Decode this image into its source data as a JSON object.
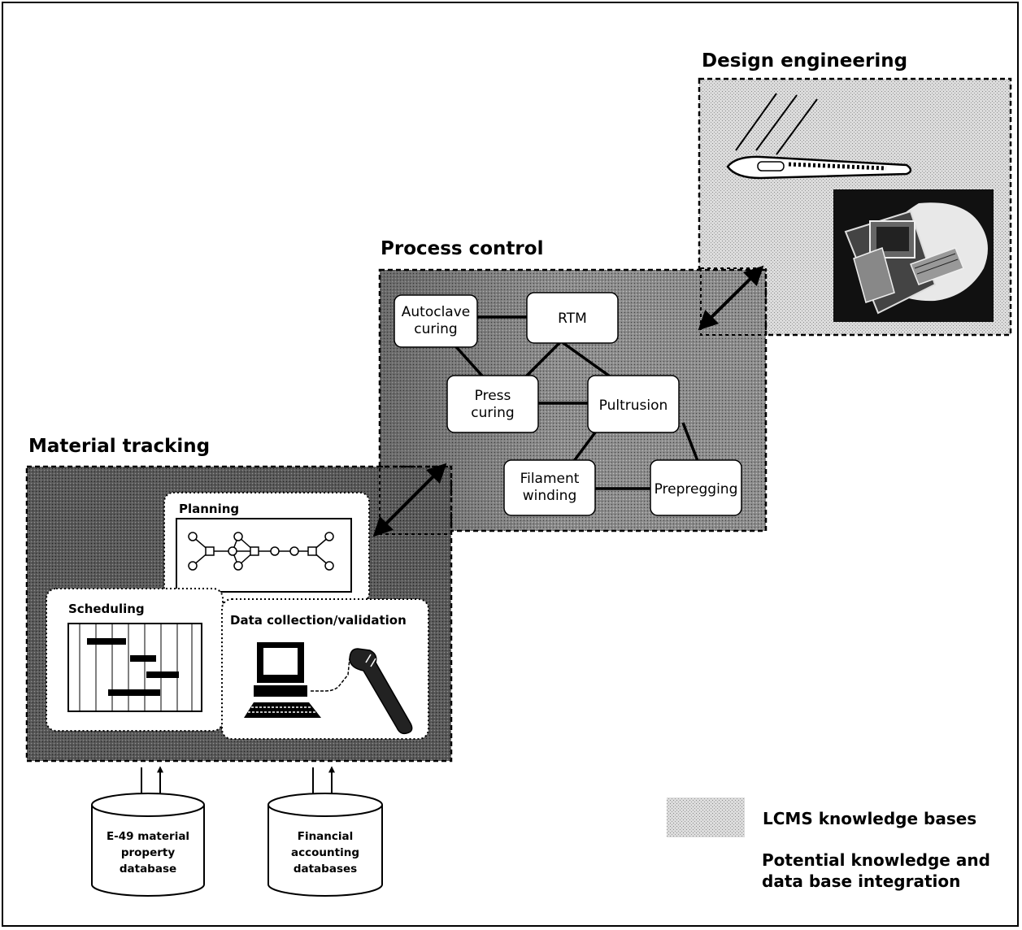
{
  "sections": {
    "design": "Design engineering",
    "process": "Process control",
    "material": "Material tracking"
  },
  "process_nodes": {
    "autoclave": [
      "Autoclave",
      "curing"
    ],
    "rtm": "RTM",
    "press": [
      "Press",
      "curing"
    ],
    "pultrusion": "Pultrusion",
    "filament": [
      "Filament",
      "winding"
    ],
    "prepregging": "Prepregging"
  },
  "material_panels": {
    "planning": "Planning",
    "scheduling": "Scheduling",
    "data_collection": "Data collection/validation"
  },
  "databases": {
    "e49": [
      "E-49 material",
      "property",
      "database"
    ],
    "financial": [
      "Financial",
      "accounting",
      "databases"
    ]
  },
  "legend": {
    "lcms": "LCMS knowledge bases",
    "integration": [
      "Potential knowledge and",
      "data base integration"
    ]
  }
}
